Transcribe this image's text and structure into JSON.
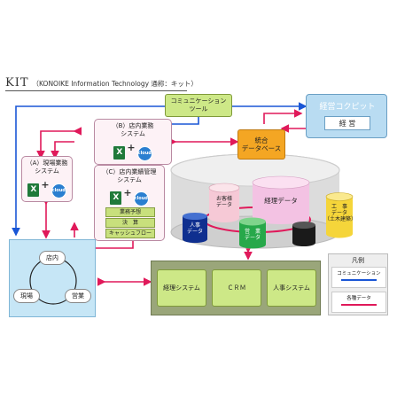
{
  "header": {
    "title": "KIT",
    "subtitle": "（KONOIKE Information Technology 通称：キット）"
  },
  "comm_tool": {
    "label": "コミュニケーション\nツール"
  },
  "cockpit": {
    "title": "経営コクピット",
    "inner": "経 営"
  },
  "integrated_db": {
    "label": "統合\nデータベース"
  },
  "store_ops": {
    "label": "（B）店内業務\nシステム"
  },
  "field_ops": {
    "label": "（A）現場業務\nシステム"
  },
  "store_perf": {
    "label": "（C）店内業績管理\nシステム",
    "buttons": [
      "業務予想",
      "決　算",
      "キャッシュフロー"
    ]
  },
  "icons": {
    "excel": "X",
    "cloud": "cloud"
  },
  "cylinders": {
    "customer": "お客様\nデータ",
    "keiri": "経理データ",
    "koji": "工　事\nデータ\n（土木建築）",
    "jinji": "人事\nデータ",
    "eigyo": "営　業\nデータ",
    "black": "",
    "base": ""
  },
  "cycle": {
    "store": "店内",
    "site": "現場",
    "sales": "営業"
  },
  "systems": [
    "経理システム",
    "ＣＲＭ",
    "人事システム"
  ],
  "legend": {
    "title": "凡例",
    "items": [
      {
        "label": "コミュニケーション",
        "color": "#1a56d6"
      },
      {
        "label": "各種データ",
        "color": "#e0195a"
      }
    ]
  },
  "colors": {
    "blue_line": "#1a56d6",
    "pink_line": "#e0195a"
  }
}
